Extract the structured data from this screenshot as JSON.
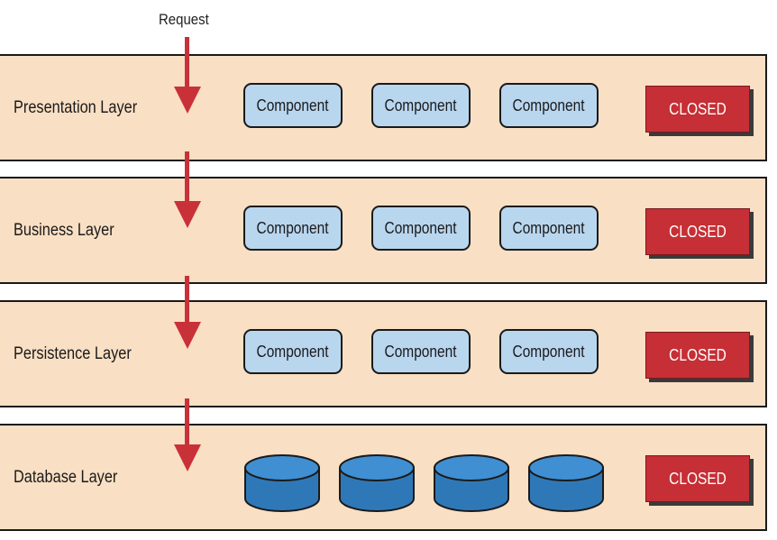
{
  "request_label": "Request",
  "layers": [
    {
      "name": "Presentation Layer",
      "items": [
        "Component",
        "Component",
        "Component"
      ],
      "status": "CLOSED"
    },
    {
      "name": "Business Layer",
      "items": [
        "Component",
        "Component",
        "Component"
      ],
      "status": "CLOSED"
    },
    {
      "name": "Persistence Layer",
      "items": [
        "Component",
        "Component",
        "Component"
      ],
      "status": "CLOSED"
    },
    {
      "name": "Database Layer",
      "items": [],
      "status": "CLOSED"
    }
  ],
  "database_count": 4,
  "colors": {
    "layer_fill": "#f9dfc4",
    "component_fill": "#b9d6ef",
    "closed_fill": "#c62f35",
    "arrow": "#c93139",
    "database_fill": "#3f8fd2"
  }
}
